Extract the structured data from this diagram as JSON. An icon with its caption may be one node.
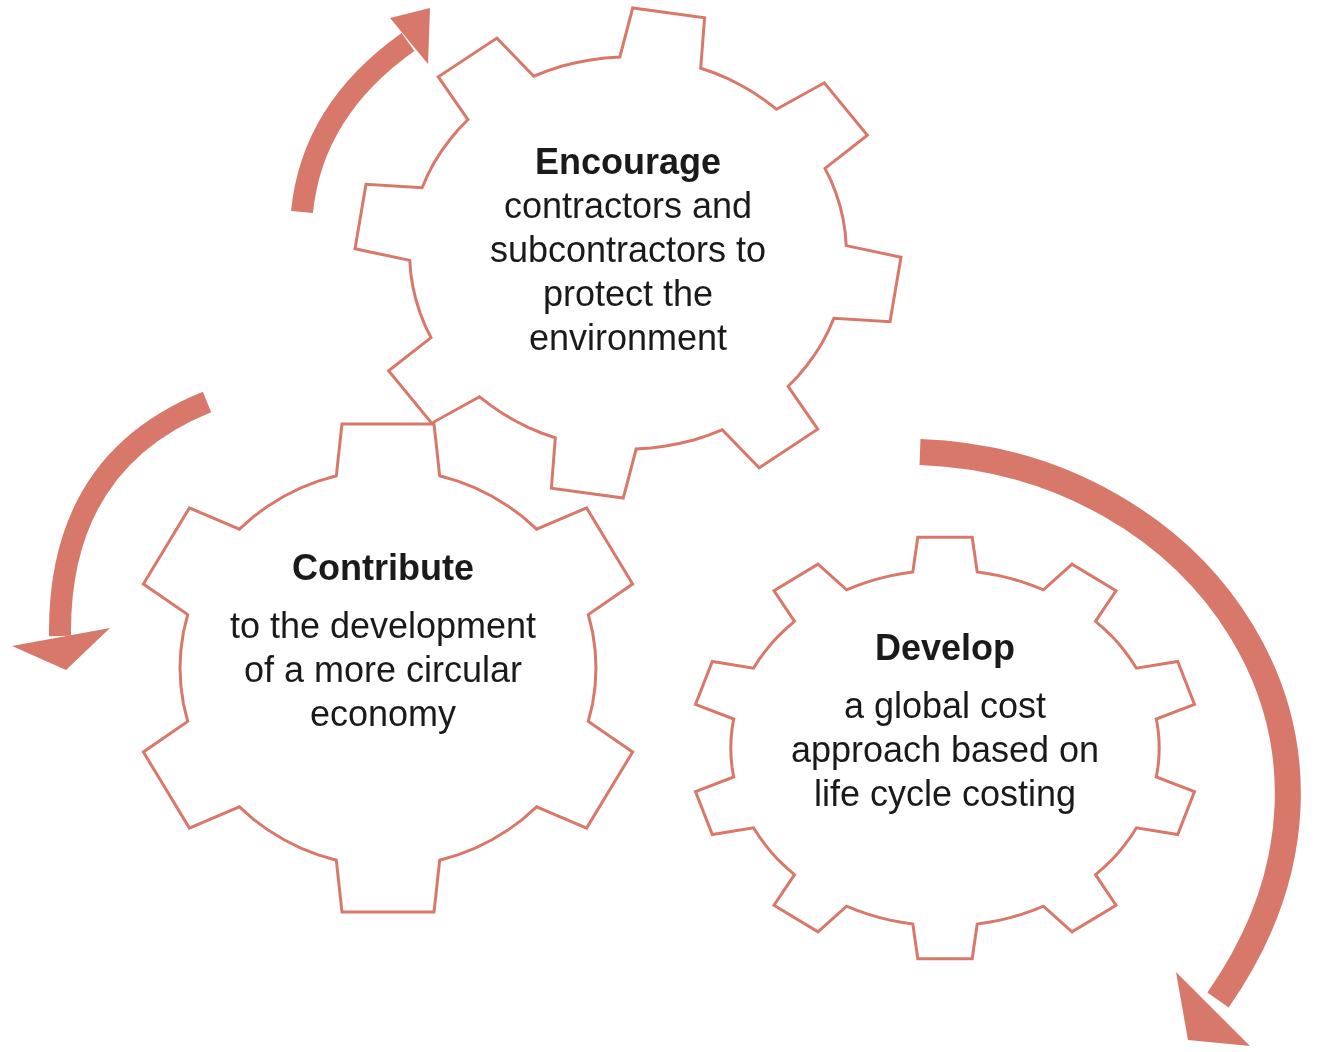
{
  "diagram": {
    "nodes": [
      {
        "text": [
          "Encourage",
          "contractors and subcontractors to protect the environment"
        ]
      },
      {
        "text": [
          "Contribute",
          "to the development of a more circular economy"
        ]
      },
      {
        "text": [
          "Develop",
          "a global cost approach based on life cycle costing"
        ]
      }
    ]
  }
}
